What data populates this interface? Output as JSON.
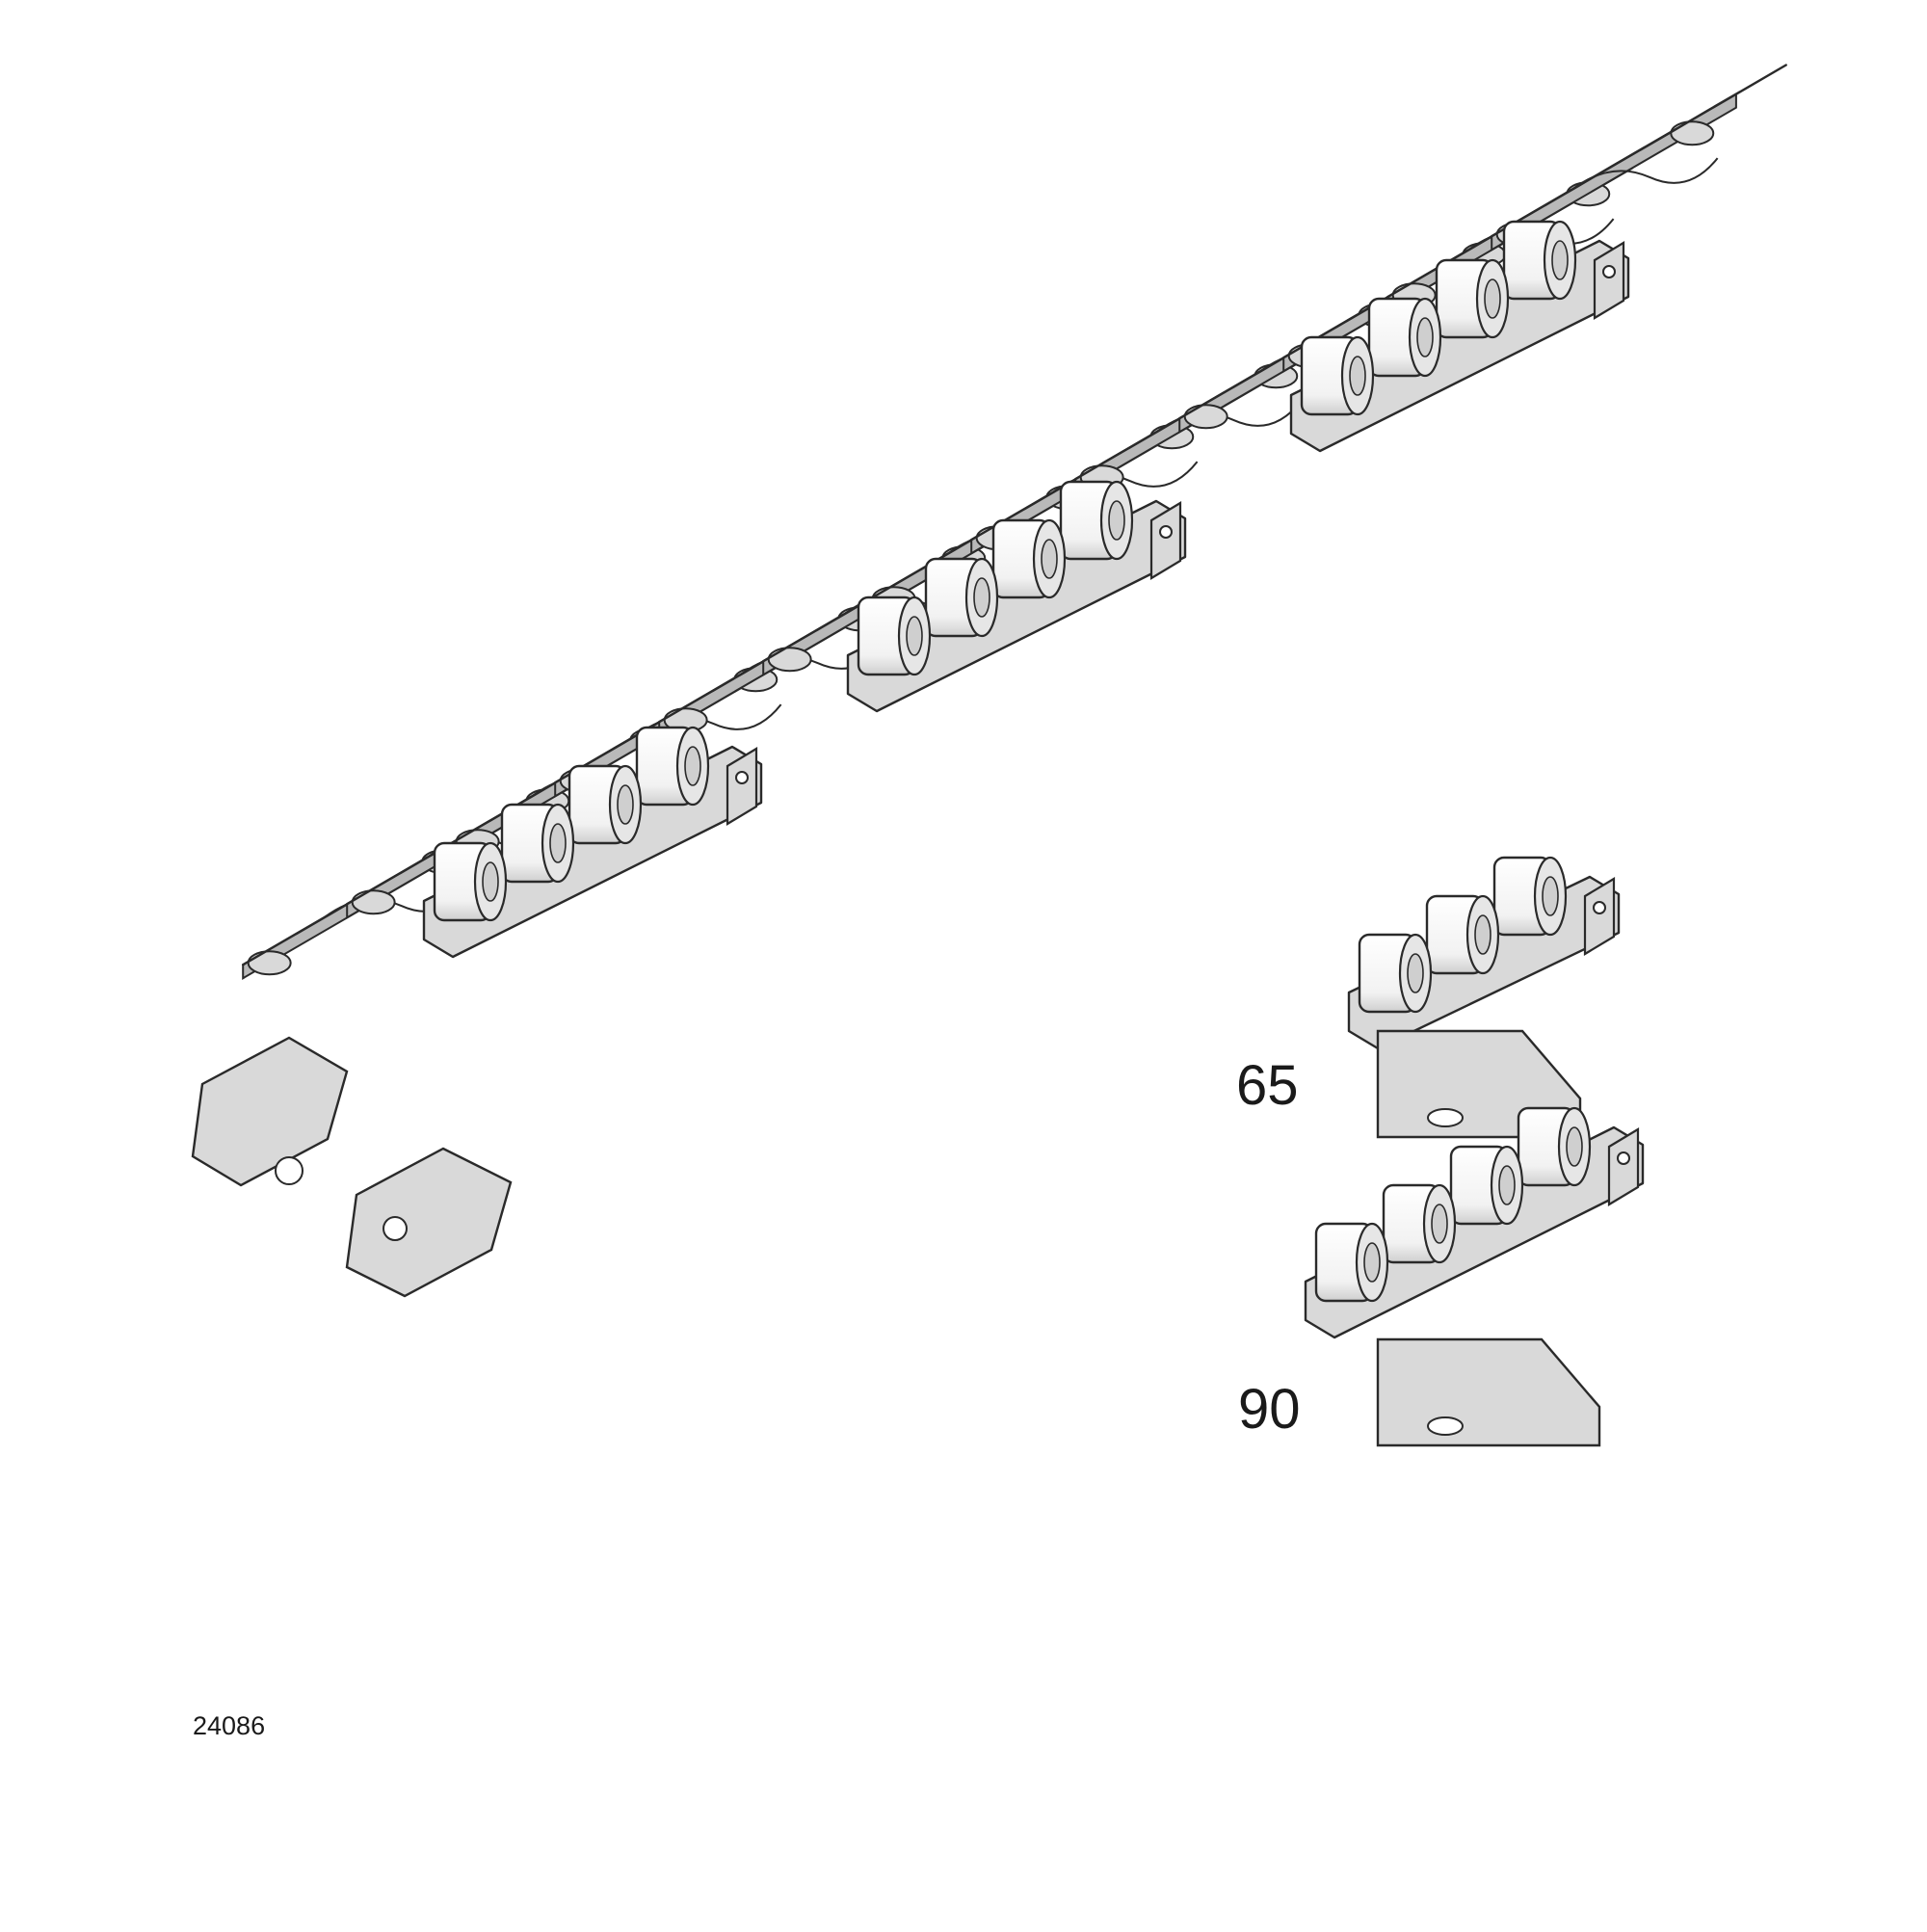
{
  "labels": {
    "variant_65": "65",
    "variant_90": "90",
    "figure_number": "24086"
  },
  "colors": {
    "plate": "#d9d9d9",
    "roller": "#ffffff",
    "outline": "#2a2a2a",
    "background": "#ffffff"
  }
}
